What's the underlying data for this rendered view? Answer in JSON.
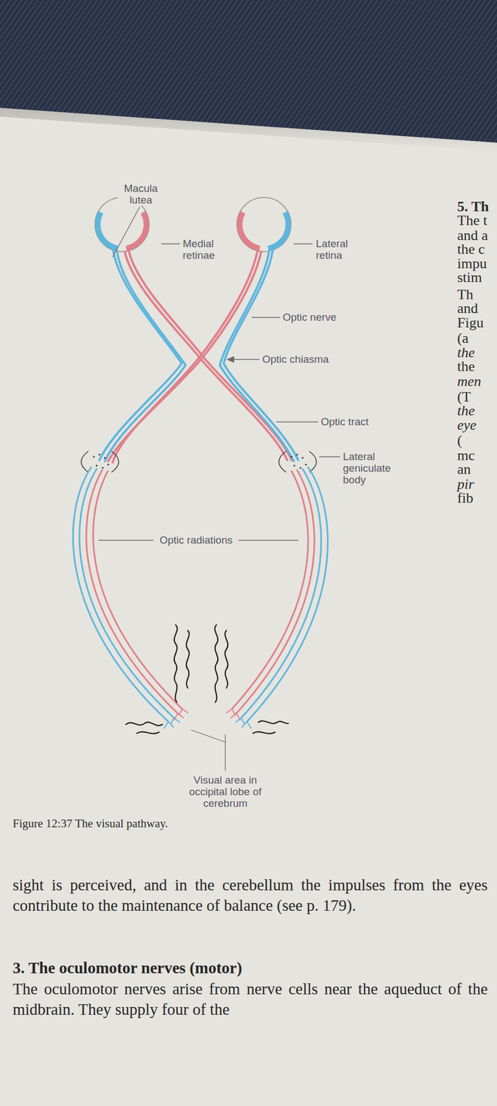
{
  "diagram": {
    "caption": "Figure 12:37 The visual pathway.",
    "labels": [
      "Macula lutea",
      "Medial retinae",
      "Lateral retina",
      "Optic nerve",
      "Optic chiasma",
      "Optic tract",
      "Lateral geniculate body",
      "Optic radiations",
      "Visual area in occipital lobe of cerebrum",
      "5. Th",
      "The t",
      "and a",
      "the c",
      "impu",
      "stim",
      "Th",
      "and",
      "Figu",
      "(a",
      "the",
      "the",
      "men",
      "(T",
      "the",
      "eye",
      "(",
      "mc",
      "an",
      "pir",
      "fib",
      "sight is perceived, and in the cerebellum the impulses from the eyes contribute to the maintenance of balance (see p. 179).",
      "3. The oculomotor nerves (motor)",
      "The oculomotor nerves arise from nerve cells near the aqueduct of the midbrain. They supply four of the"
    ]
  }
}
